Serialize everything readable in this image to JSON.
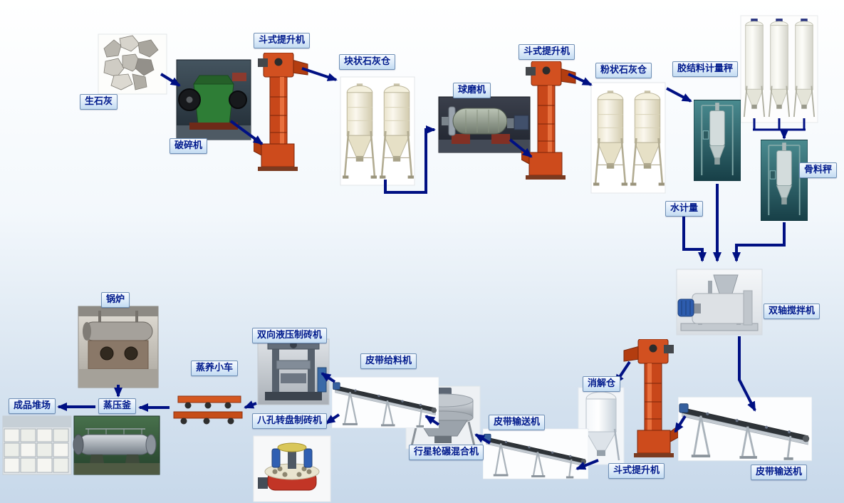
{
  "nodes": {
    "quicklime": {
      "label": "生石灰"
    },
    "crusher": {
      "label": "破碎机"
    },
    "bucket_elevator_1": {
      "label": "斗式提升机"
    },
    "lump_lime_silo": {
      "label": "块状石灰仓"
    },
    "ball_mill": {
      "label": "球磨机"
    },
    "bucket_elevator_2": {
      "label": "斗式提升机"
    },
    "powder_lime_silo": {
      "label": "粉状石灰仓"
    },
    "binder_scale": {
      "label": "胶结料计量秤"
    },
    "aggregate_scale": {
      "label": "骨料秤"
    },
    "water_meter": {
      "label": "水计量"
    },
    "twin_shaft_mixer": {
      "label": "双轴搅拌机"
    },
    "belt_conveyor_right": {
      "label": "皮带输送机"
    },
    "bucket_elevator_3": {
      "label": "斗式提升机"
    },
    "digestion_silo": {
      "label": "消解仓"
    },
    "belt_conveyor_mid": {
      "label": "皮带输送机"
    },
    "planetary_mixer": {
      "label": "行星轮碾混合机"
    },
    "belt_feeder": {
      "label": "皮带给料机"
    },
    "hydraulic_brick_machine": {
      "label": "双向液压制砖机"
    },
    "rotary_brick_machine": {
      "label": "八孔转盘制砖机"
    },
    "curing_trolley": {
      "label": "蒸养小车"
    },
    "autoclave": {
      "label": "蒸压釜"
    },
    "boiler": {
      "label": "锅炉"
    },
    "product_yard": {
      "label": "成品堆场"
    }
  },
  "edges": [
    {
      "from": "quicklime",
      "to": "crusher"
    },
    {
      "from": "crusher",
      "to": "bucket_elevator_1"
    },
    {
      "from": "bucket_elevator_1",
      "to": "lump_lime_silo"
    },
    {
      "from": "lump_lime_silo",
      "to": "ball_mill"
    },
    {
      "from": "ball_mill",
      "to": "bucket_elevator_2"
    },
    {
      "from": "bucket_elevator_2",
      "to": "powder_lime_silo"
    },
    {
      "from": "powder_lime_silo",
      "to": "binder_scale"
    },
    {
      "from": "aggregate_silos",
      "to": "aggregate_scale"
    },
    {
      "from": "binder_scale",
      "to": "twin_shaft_mixer"
    },
    {
      "from": "aggregate_scale",
      "to": "twin_shaft_mixer"
    },
    {
      "from": "water_meter",
      "to": "twin_shaft_mixer"
    },
    {
      "from": "twin_shaft_mixer",
      "to": "belt_conveyor_right"
    },
    {
      "from": "belt_conveyor_right",
      "to": "bucket_elevator_3"
    },
    {
      "from": "bucket_elevator_3",
      "to": "digestion_silo"
    },
    {
      "from": "digestion_silo",
      "to": "belt_conveyor_mid"
    },
    {
      "from": "belt_conveyor_mid",
      "to": "planetary_mixer"
    },
    {
      "from": "planetary_mixer",
      "to": "belt_feeder"
    },
    {
      "from": "belt_feeder",
      "to": "hydraulic_brick_machine"
    },
    {
      "from": "belt_feeder",
      "to": "rotary_brick_machine"
    },
    {
      "from": "hydraulic_brick_machine",
      "to": "curing_trolley"
    },
    {
      "from": "curing_trolley",
      "to": "autoclave"
    },
    {
      "from": "boiler",
      "to": "autoclave"
    },
    {
      "from": "autoclave",
      "to": "product_yard"
    }
  ],
  "colors": {
    "arrow": "#001083",
    "label_text": "#001a8c",
    "label_border": "#6f8fb5",
    "label_bg_top": "#f6faff",
    "label_bg_bottom": "#c3dbf2",
    "background_top": "#ffffff",
    "background_bottom": "#c7d8ea"
  }
}
